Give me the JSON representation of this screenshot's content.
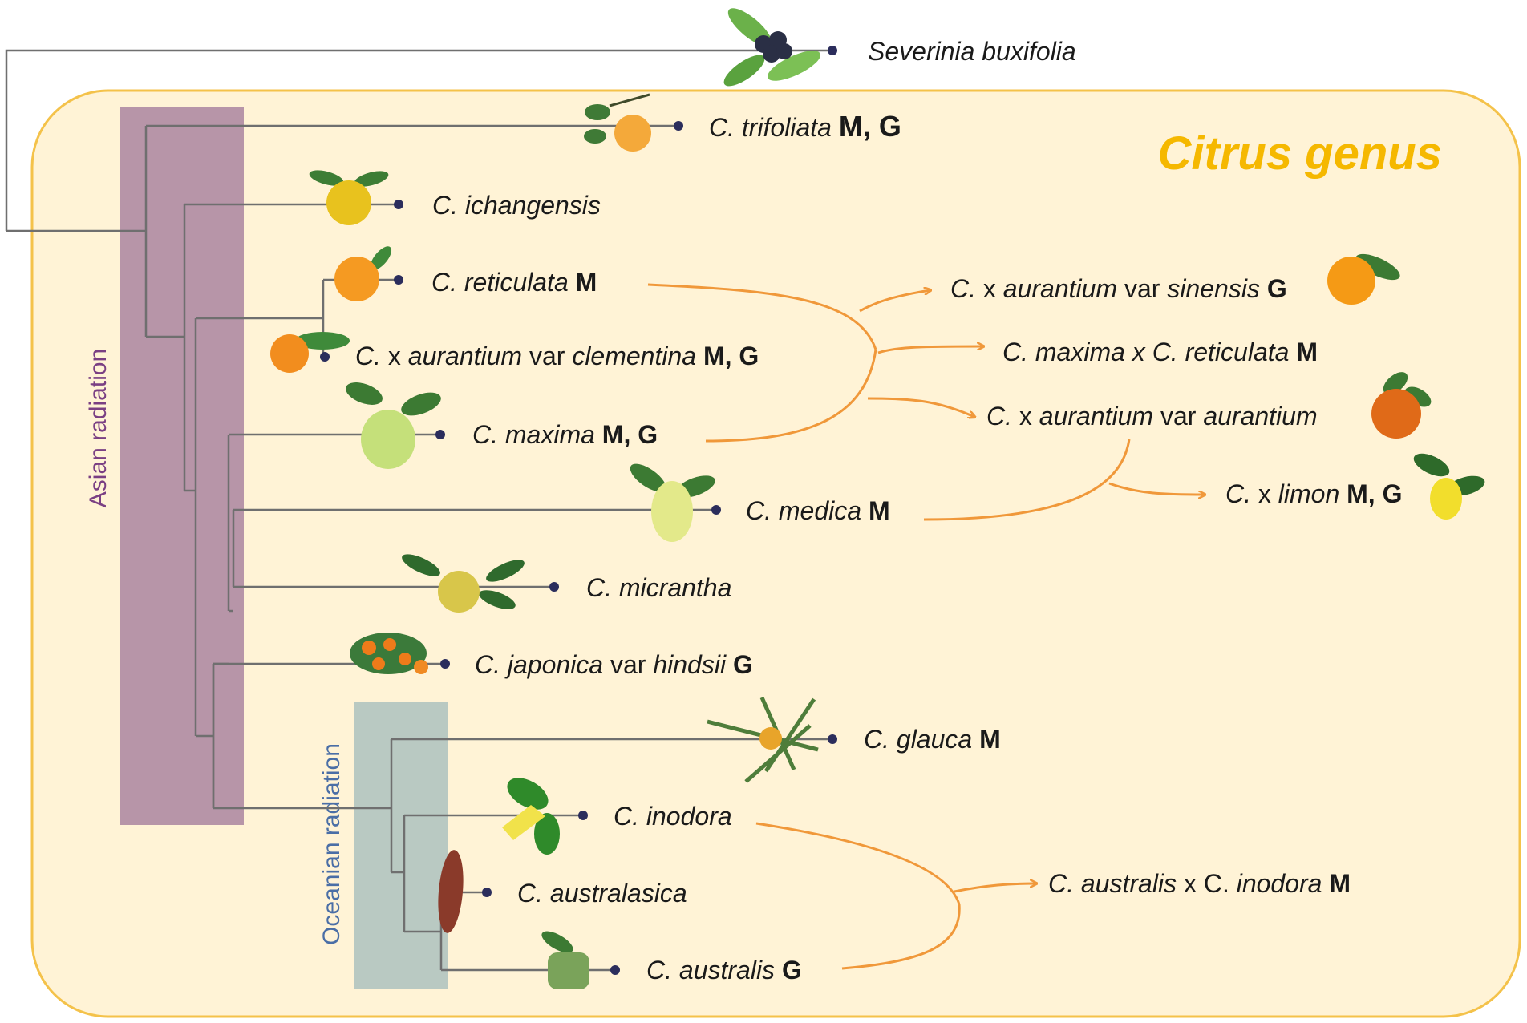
{
  "colors": {
    "genus_box_fill": "#fff3d6",
    "genus_box_stroke": "#f4c24a",
    "genus_title": "#f5b800",
    "asian_band": "#b795a8",
    "asian_label": "#7a3f83",
    "oceanian_band": "#b9c9c2",
    "oceanian_label": "#4a6ea6",
    "hybrid_arrow": "#f0983a",
    "tree_line": "#6f6f6f",
    "tip_dot": "#2b2d5c"
  },
  "outgroup": {
    "name": "Severinia buxifolia",
    "icon": "black-berries-icon"
  },
  "genus_title": "Citrus genus",
  "radiations": {
    "asian": "Asian radiation",
    "oceanian": "Oceanian radiation"
  },
  "taxa": [
    {
      "id": "trifoliata",
      "prefix": "C.",
      "name": "trifoliata",
      "markers": "M, G",
      "icon": "trifoliate-orange-icon"
    },
    {
      "id": "ichangensis",
      "prefix": "C.",
      "name": "ichangensis",
      "markers": "",
      "icon": "yellow-fruit-icon"
    },
    {
      "id": "reticulata",
      "prefix": "C.",
      "name": "reticulata",
      "markers": "M",
      "icon": "mandarin-icon"
    },
    {
      "id": "clementina",
      "prefix": "C. x",
      "name": "aurantium",
      "var": "var",
      "varname": "clementina",
      "markers": "M, G",
      "icon": "clementine-icon"
    },
    {
      "id": "maxima",
      "prefix": "C.",
      "name": "maxima",
      "markers": "M, G",
      "icon": "pummelo-icon"
    },
    {
      "id": "medica",
      "prefix": "C.",
      "name": "medica",
      "markers": "M",
      "icon": "citron-icon"
    },
    {
      "id": "micrantha",
      "prefix": "C.",
      "name": "micrantha",
      "markers": "",
      "icon": "micrantha-fruit-icon"
    },
    {
      "id": "japonica",
      "prefix": "C.",
      "name": "japonica",
      "var": "var",
      "varname": "hindsii",
      "markers": "G",
      "icon": "kumquat-icon"
    },
    {
      "id": "glauca",
      "prefix": "C.",
      "name": "glauca",
      "markers": "M",
      "icon": "desert-lime-icon"
    },
    {
      "id": "inodora",
      "prefix": "C.",
      "name": "inodora",
      "markers": "",
      "icon": "russell-river-lime-icon"
    },
    {
      "id": "australasica",
      "prefix": "C.",
      "name": "australasica",
      "markers": "",
      "icon": "finger-lime-icon"
    },
    {
      "id": "australis",
      "prefix": "C.",
      "name": "australis",
      "markers": "G",
      "icon": "round-lime-icon"
    }
  ],
  "hybrids": [
    {
      "id": "sinensis",
      "prefix": "C. x",
      "name": "aurantium",
      "var": "var",
      "varname": "sinensis",
      "markers": "G",
      "icon": "sweet-orange-icon"
    },
    {
      "id": "maxret",
      "prefix": "C.",
      "name": "maxima",
      "mid": "x C.",
      "name2": "reticulata",
      "markers": "M"
    },
    {
      "id": "aurantium",
      "prefix": "C. x",
      "name": "aurantium",
      "var": "var",
      "varname": "aurantium",
      "markers": "",
      "icon": "sour-orange-icon"
    },
    {
      "id": "limon",
      "prefix": "C. x",
      "name": "limon",
      "markers": "M, G",
      "icon": "lemon-icon"
    },
    {
      "id": "ausino",
      "prefix": "C.",
      "name": "australis",
      "mid": "x C.",
      "name2": "inodora",
      "markers": "M"
    }
  ]
}
